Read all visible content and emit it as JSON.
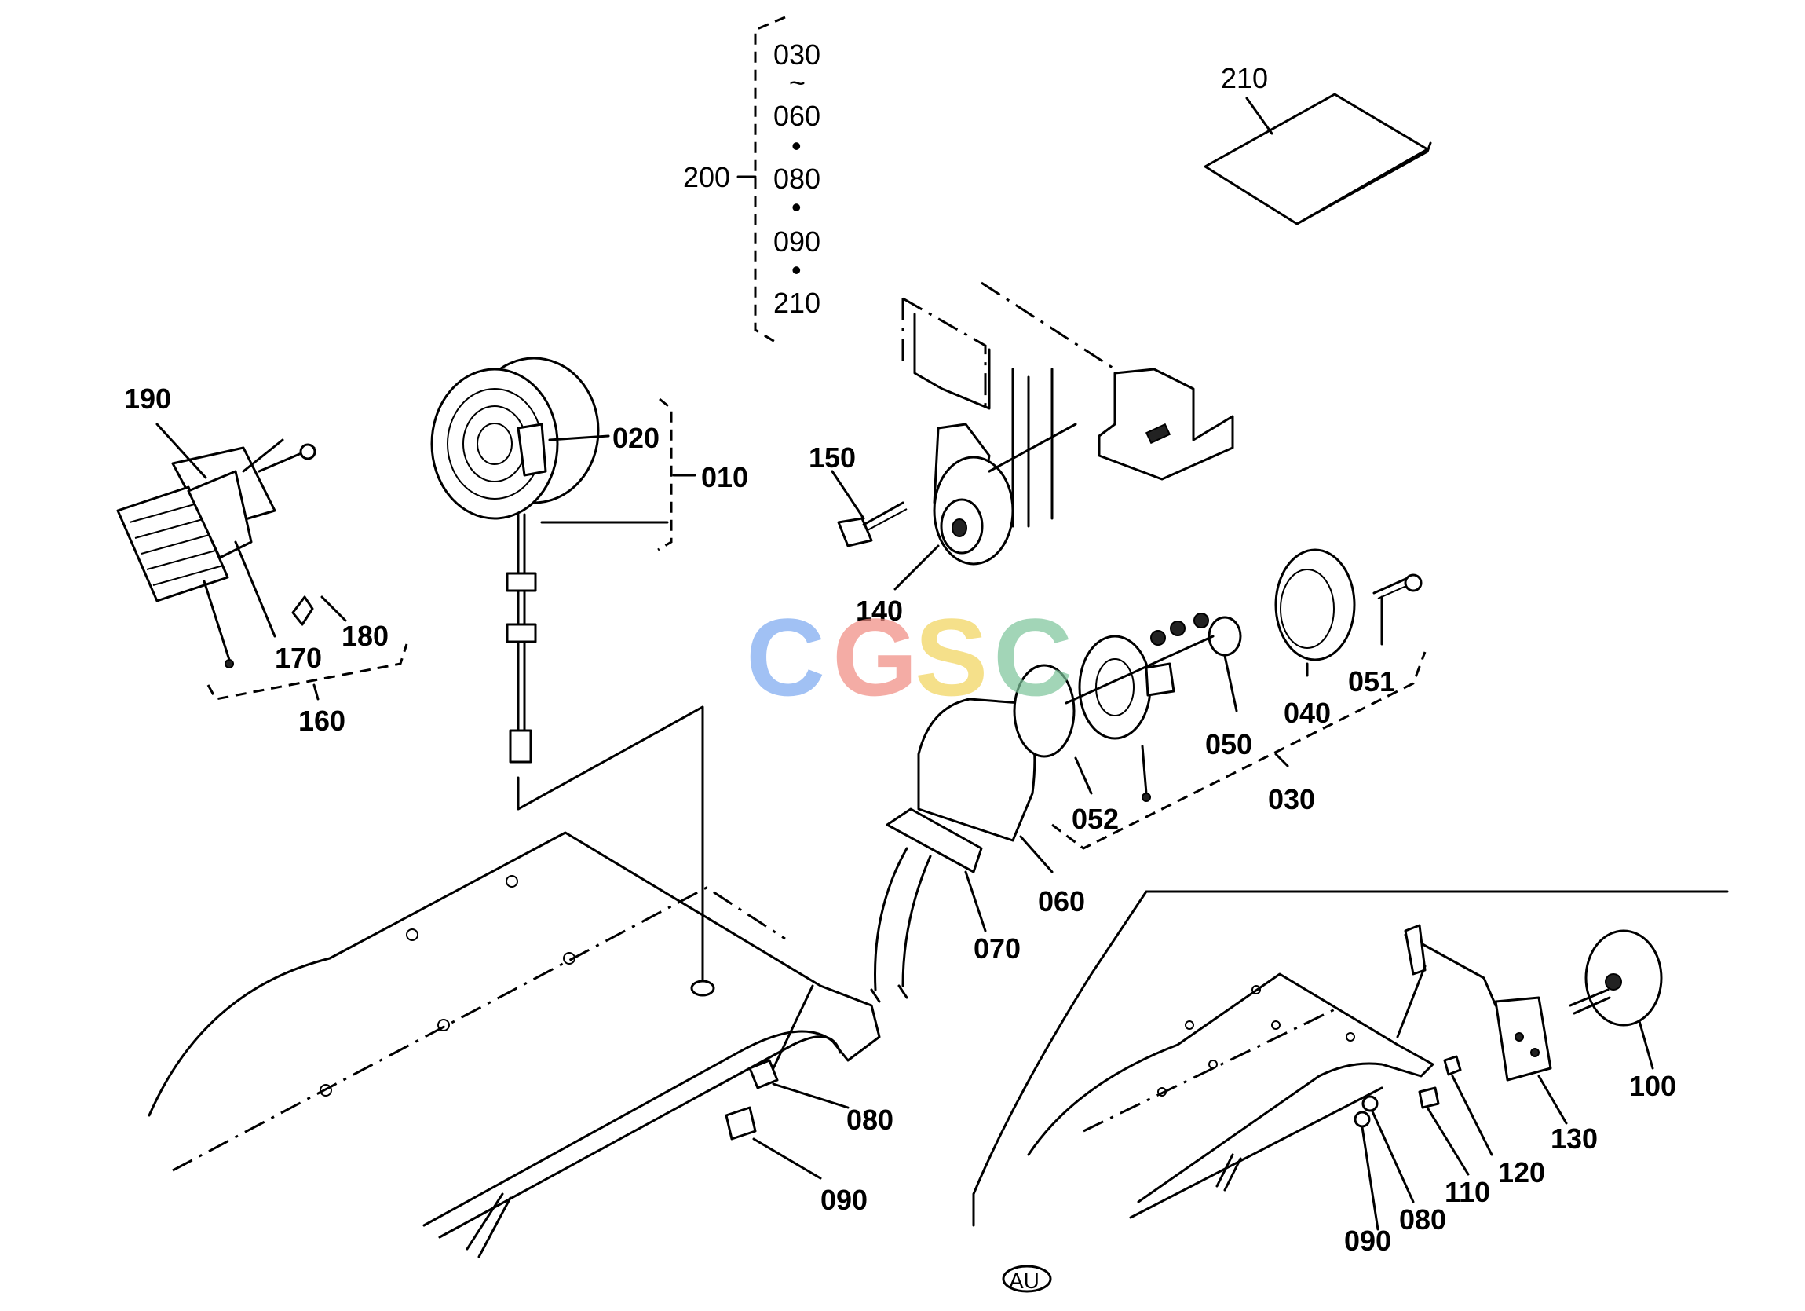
{
  "kit": {
    "group": "200",
    "members": [
      "030",
      "060",
      "080",
      "090",
      "210"
    ],
    "range_mark": "~",
    "separator": "•"
  },
  "parts": {
    "p010": "010",
    "p020": "020",
    "p030": "030",
    "p040": "040",
    "p050": "050",
    "p051": "051",
    "p052": "052",
    "p060": "060",
    "p070": "070",
    "p080a": "080",
    "p090a": "090",
    "p100": "100",
    "p110": "110",
    "p120": "120",
    "p130": "130",
    "p080b": "080",
    "p090b": "090",
    "p140": "140",
    "p150": "150",
    "p160": "160",
    "p170": "170",
    "p180": "180",
    "p190": "190",
    "p210": "210"
  },
  "watermark": {
    "letters": [
      "C",
      "G",
      "S",
      "C"
    ],
    "colors": [
      "#7aa7f0",
      "#f08a80",
      "#f2d35a",
      "#7cc49a"
    ]
  },
  "region_mark": "AU"
}
